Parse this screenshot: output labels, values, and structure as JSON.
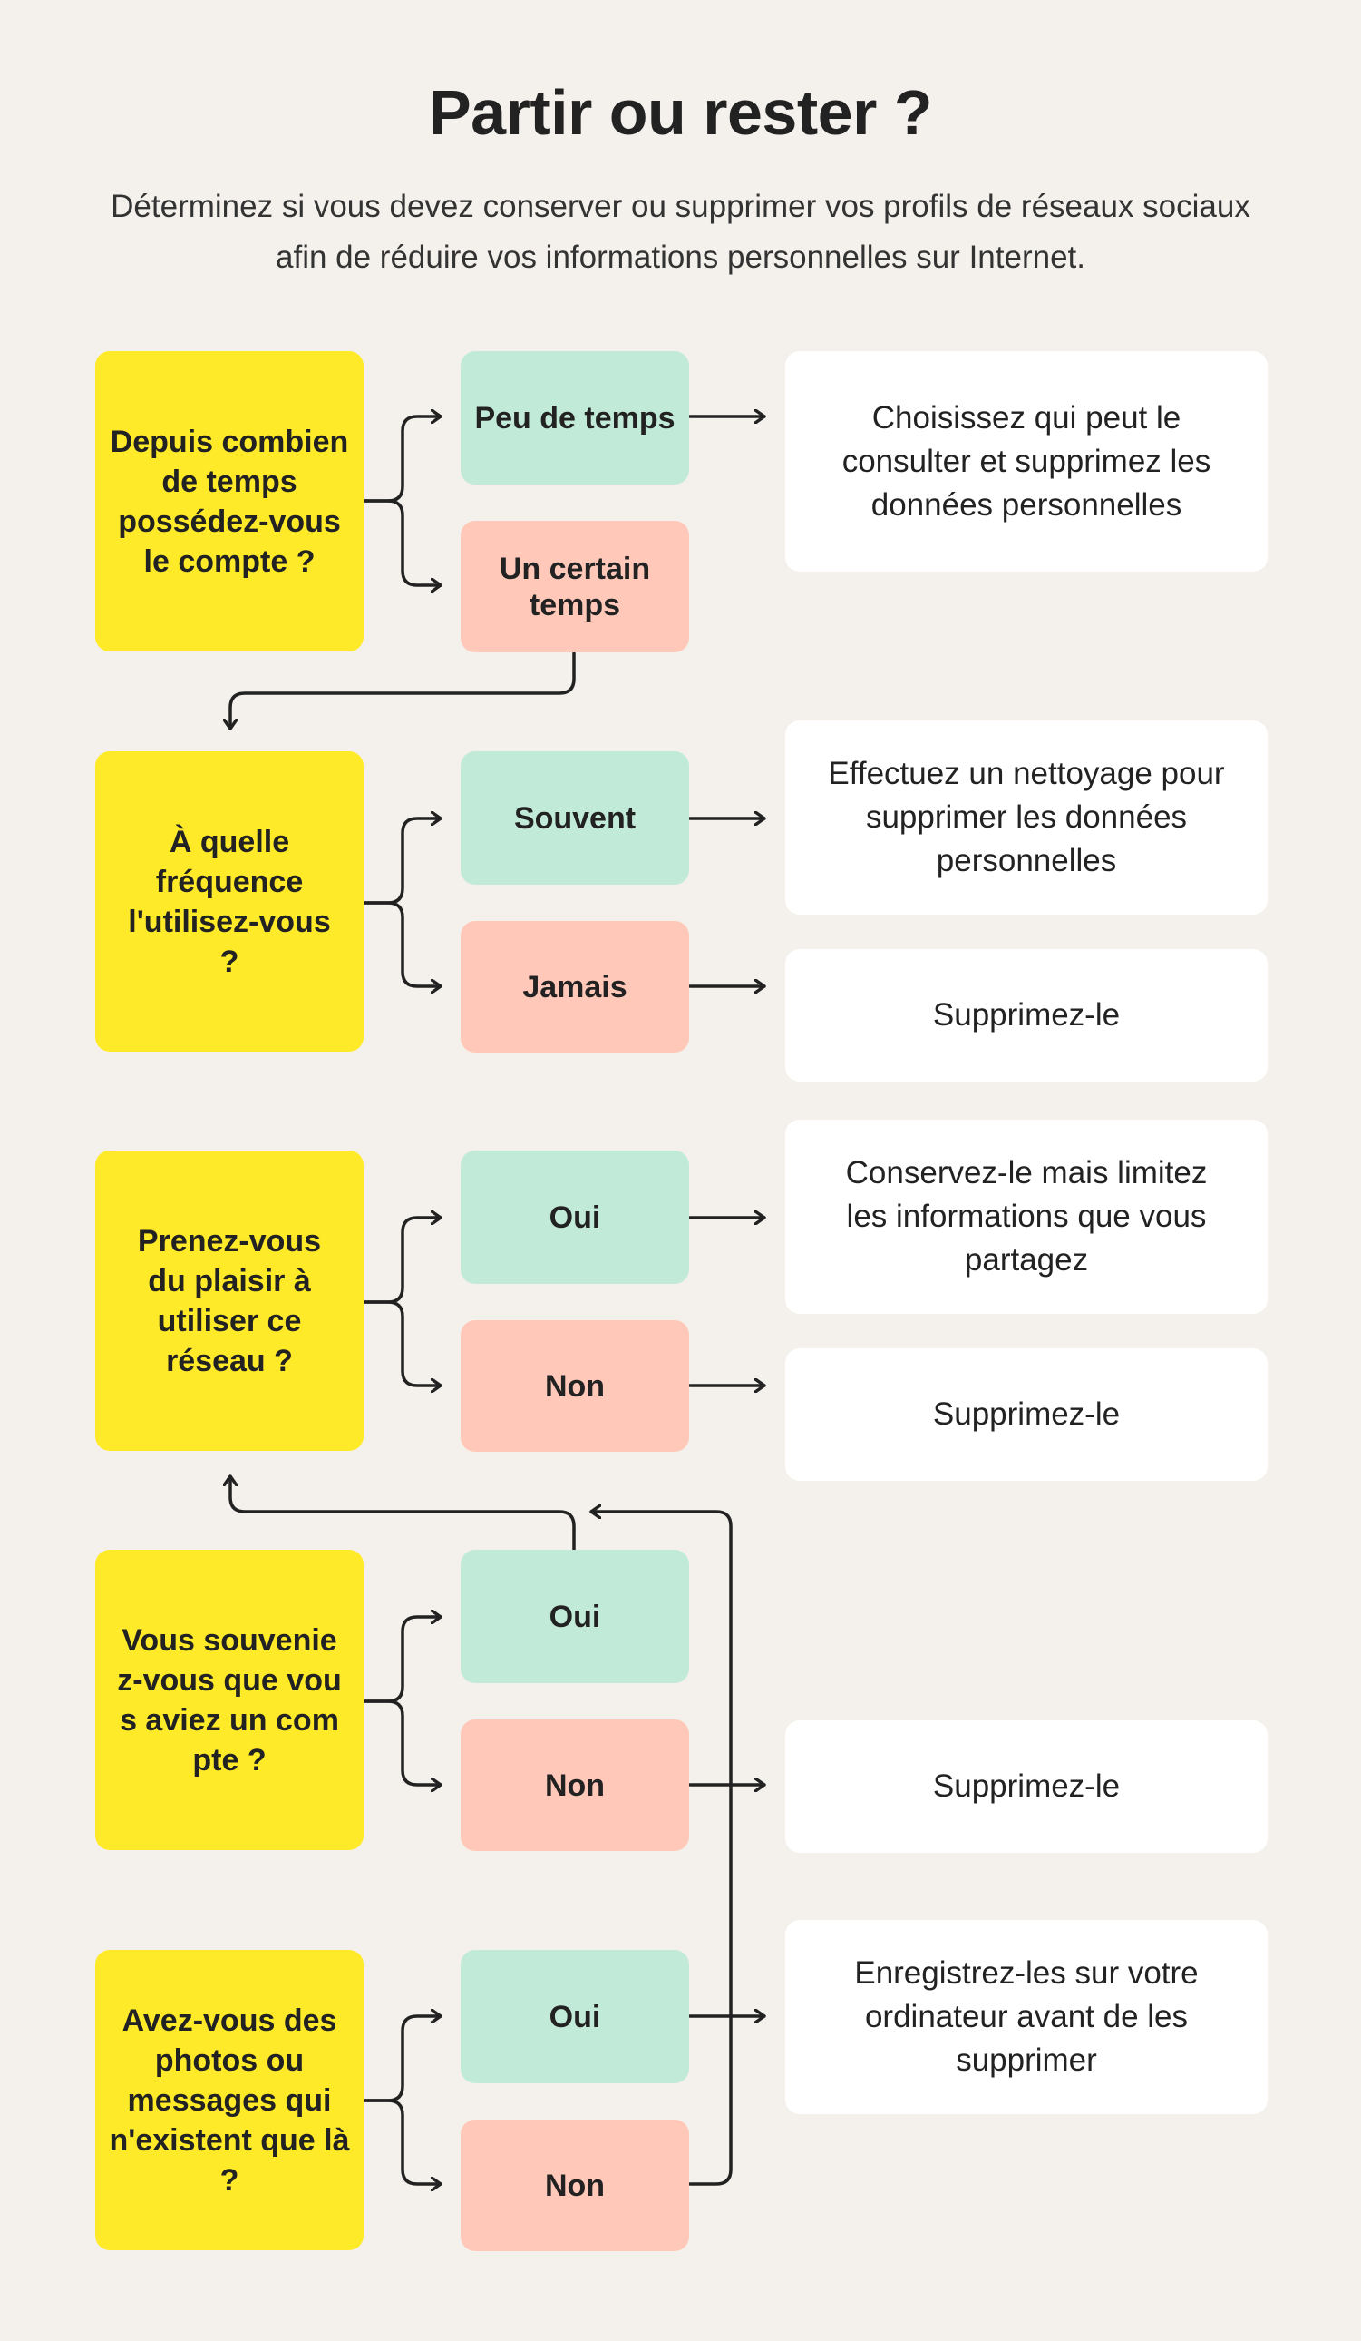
{
  "title": "Partir ou rester ?",
  "subtitle": "Déterminez si vous devez conserver ou supprimer vos profils de réseaux sociaux afin de réduire vos informations personnelles sur Internet.",
  "colors": {
    "background": "#f4f1ec",
    "question": "#ffea29",
    "positive": "#c2ead9",
    "negative": "#ffc8b9",
    "result": "#ffffff",
    "line": "#222222"
  },
  "questions": [
    "Depuis combien de temps possédez-vous le compte ?",
    "À quelle fréquence l'utilisez-vous ?",
    "Prenez-vous du plaisir à utiliser ce réseau ?",
    "Vous souveniez-vous que vous aviez un compte ?",
    "Avez-vous des photos ou messages qui n'existent que là ?"
  ],
  "answers": [
    {
      "top": "Peu de temps",
      "bottom": "Un certain temps"
    },
    {
      "top": "Souvent",
      "bottom": "Jamais"
    },
    {
      "top": "Oui",
      "bottom": "Non"
    },
    {
      "top": "Oui",
      "bottom": "Non"
    },
    {
      "top": "Oui",
      "bottom": "Non"
    }
  ],
  "results": [
    "Choisissez qui peut le consulter et supprimez les données personnelles",
    "Effectuez un nettoyage pour supprimer les données personnelles",
    "Supprimez-le",
    "Conservez-le mais limitez les informations que vous partagez",
    "Supprimez-le",
    "Supprimez-le",
    "Enregistrez-les sur votre ordinateur avant de les supprimer"
  ]
}
